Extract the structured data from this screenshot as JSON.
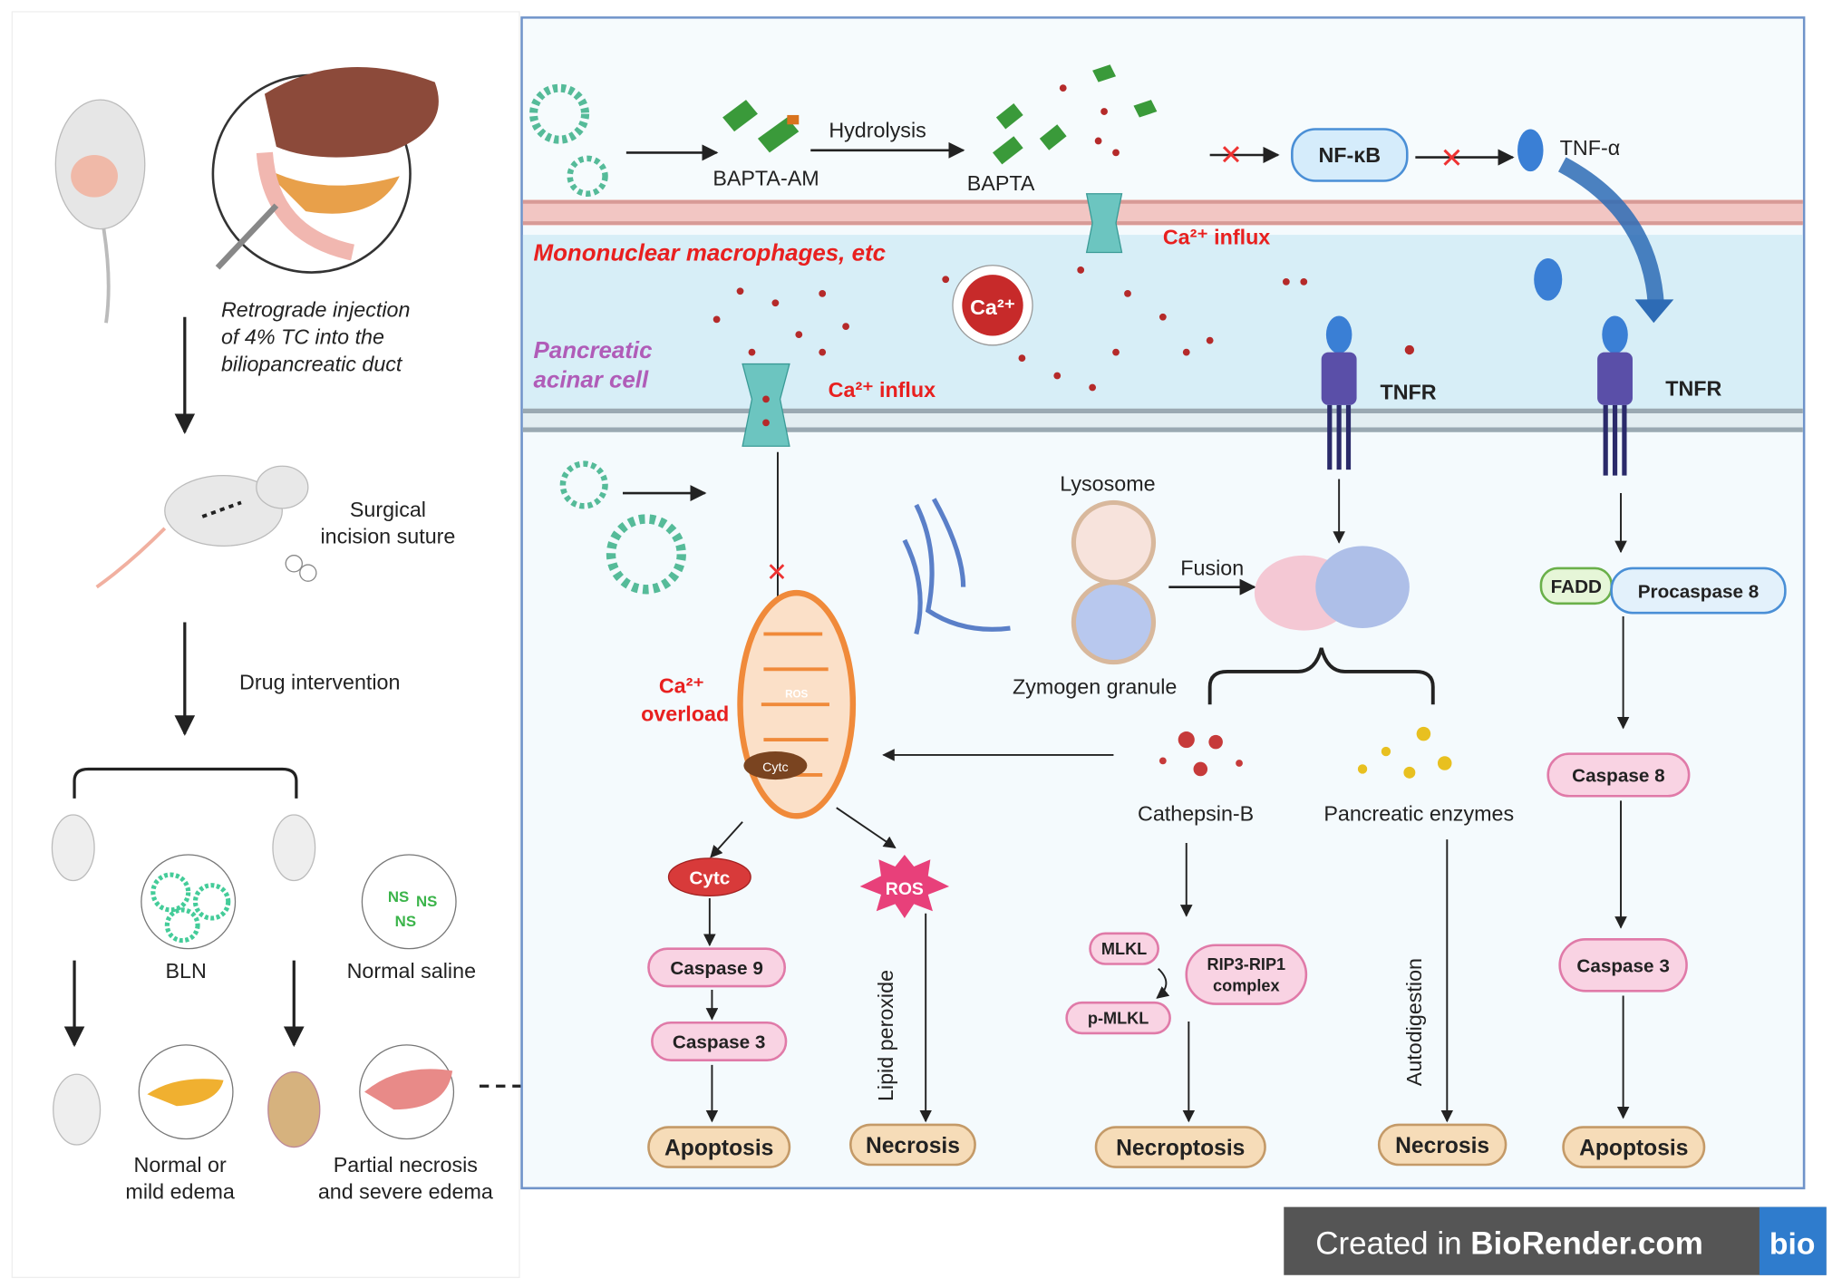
{
  "left_panel": {
    "injection_label": [
      "Retrograde injection",
      "of 4% TC into the",
      "biliopancreatic duct"
    ],
    "surgery_label": [
      "Surgical",
      "incision suture"
    ],
    "drug_label": "Drug intervention",
    "group_bln": "BLN",
    "group_saline": "Normal saline",
    "saline_inset": "NS",
    "outcome_bln": [
      "Normal or",
      "mild edema"
    ],
    "outcome_saline": [
      "Partial necrosis",
      "and severe edema"
    ]
  },
  "pathway": {
    "bapta_am": "BAPTA-AM",
    "hydrolysis": "Hydrolysis",
    "bapta": "BAPTA",
    "nfkb": "NF-κB",
    "tnfa": "TNF-α",
    "ca_influx_top": "Ca²⁺ influx",
    "ca_influx_bottom": "Ca²⁺ influx",
    "ca_ion": "Ca²⁺",
    "macrophages": "Mononuclear macrophages, etc",
    "acinar": [
      "Pancreatic",
      "acinar cell"
    ],
    "tnfr1": "TNFR",
    "tnfr2": "TNFR",
    "lysosome": "Lysosome",
    "fusion": "Fusion",
    "zymogen": "Zymogen granule",
    "ca_overload": [
      "Ca²⁺",
      "overload"
    ],
    "ros_inner": "ROS",
    "cytc_inner": "Cytc",
    "cathepsin": "Cathepsin-B",
    "enzymes": "Pancreatic enzymes",
    "fadd": "FADD",
    "procaspase8": "Procaspase 8",
    "caspase8": "Caspase 8",
    "caspase3_right": "Caspase 3",
    "cytc": "Cytc",
    "ros": "ROS",
    "caspase9": "Caspase 9",
    "caspase3_left": "Caspase 3",
    "lipid_peroxide": "Lipid peroxide",
    "mlkl": "MLKL",
    "pmlkl": "p-MLKL",
    "rip_complex": [
      "RIP3-RIP1",
      "complex"
    ],
    "autodigestion": "Autodigestion",
    "outcomes": [
      "Apoptosis",
      "Necrosis",
      "Necroptosis",
      "Necrosis",
      "Apoptosis"
    ]
  },
  "watermark": {
    "text_prefix": "Created in ",
    "text_brand": "BioRender.com",
    "logo": "bio"
  },
  "colors": {
    "frame": "#6f93c9",
    "red_label": "#e8201f",
    "purple_label": "#b05cb8",
    "ca_dot": "#b52a2a",
    "pill_pink": "#f9d3e3",
    "outcome_tan": "#f6dcb8",
    "watermark_bg": "#555555",
    "watermark_logo": "#2f7ccd"
  }
}
